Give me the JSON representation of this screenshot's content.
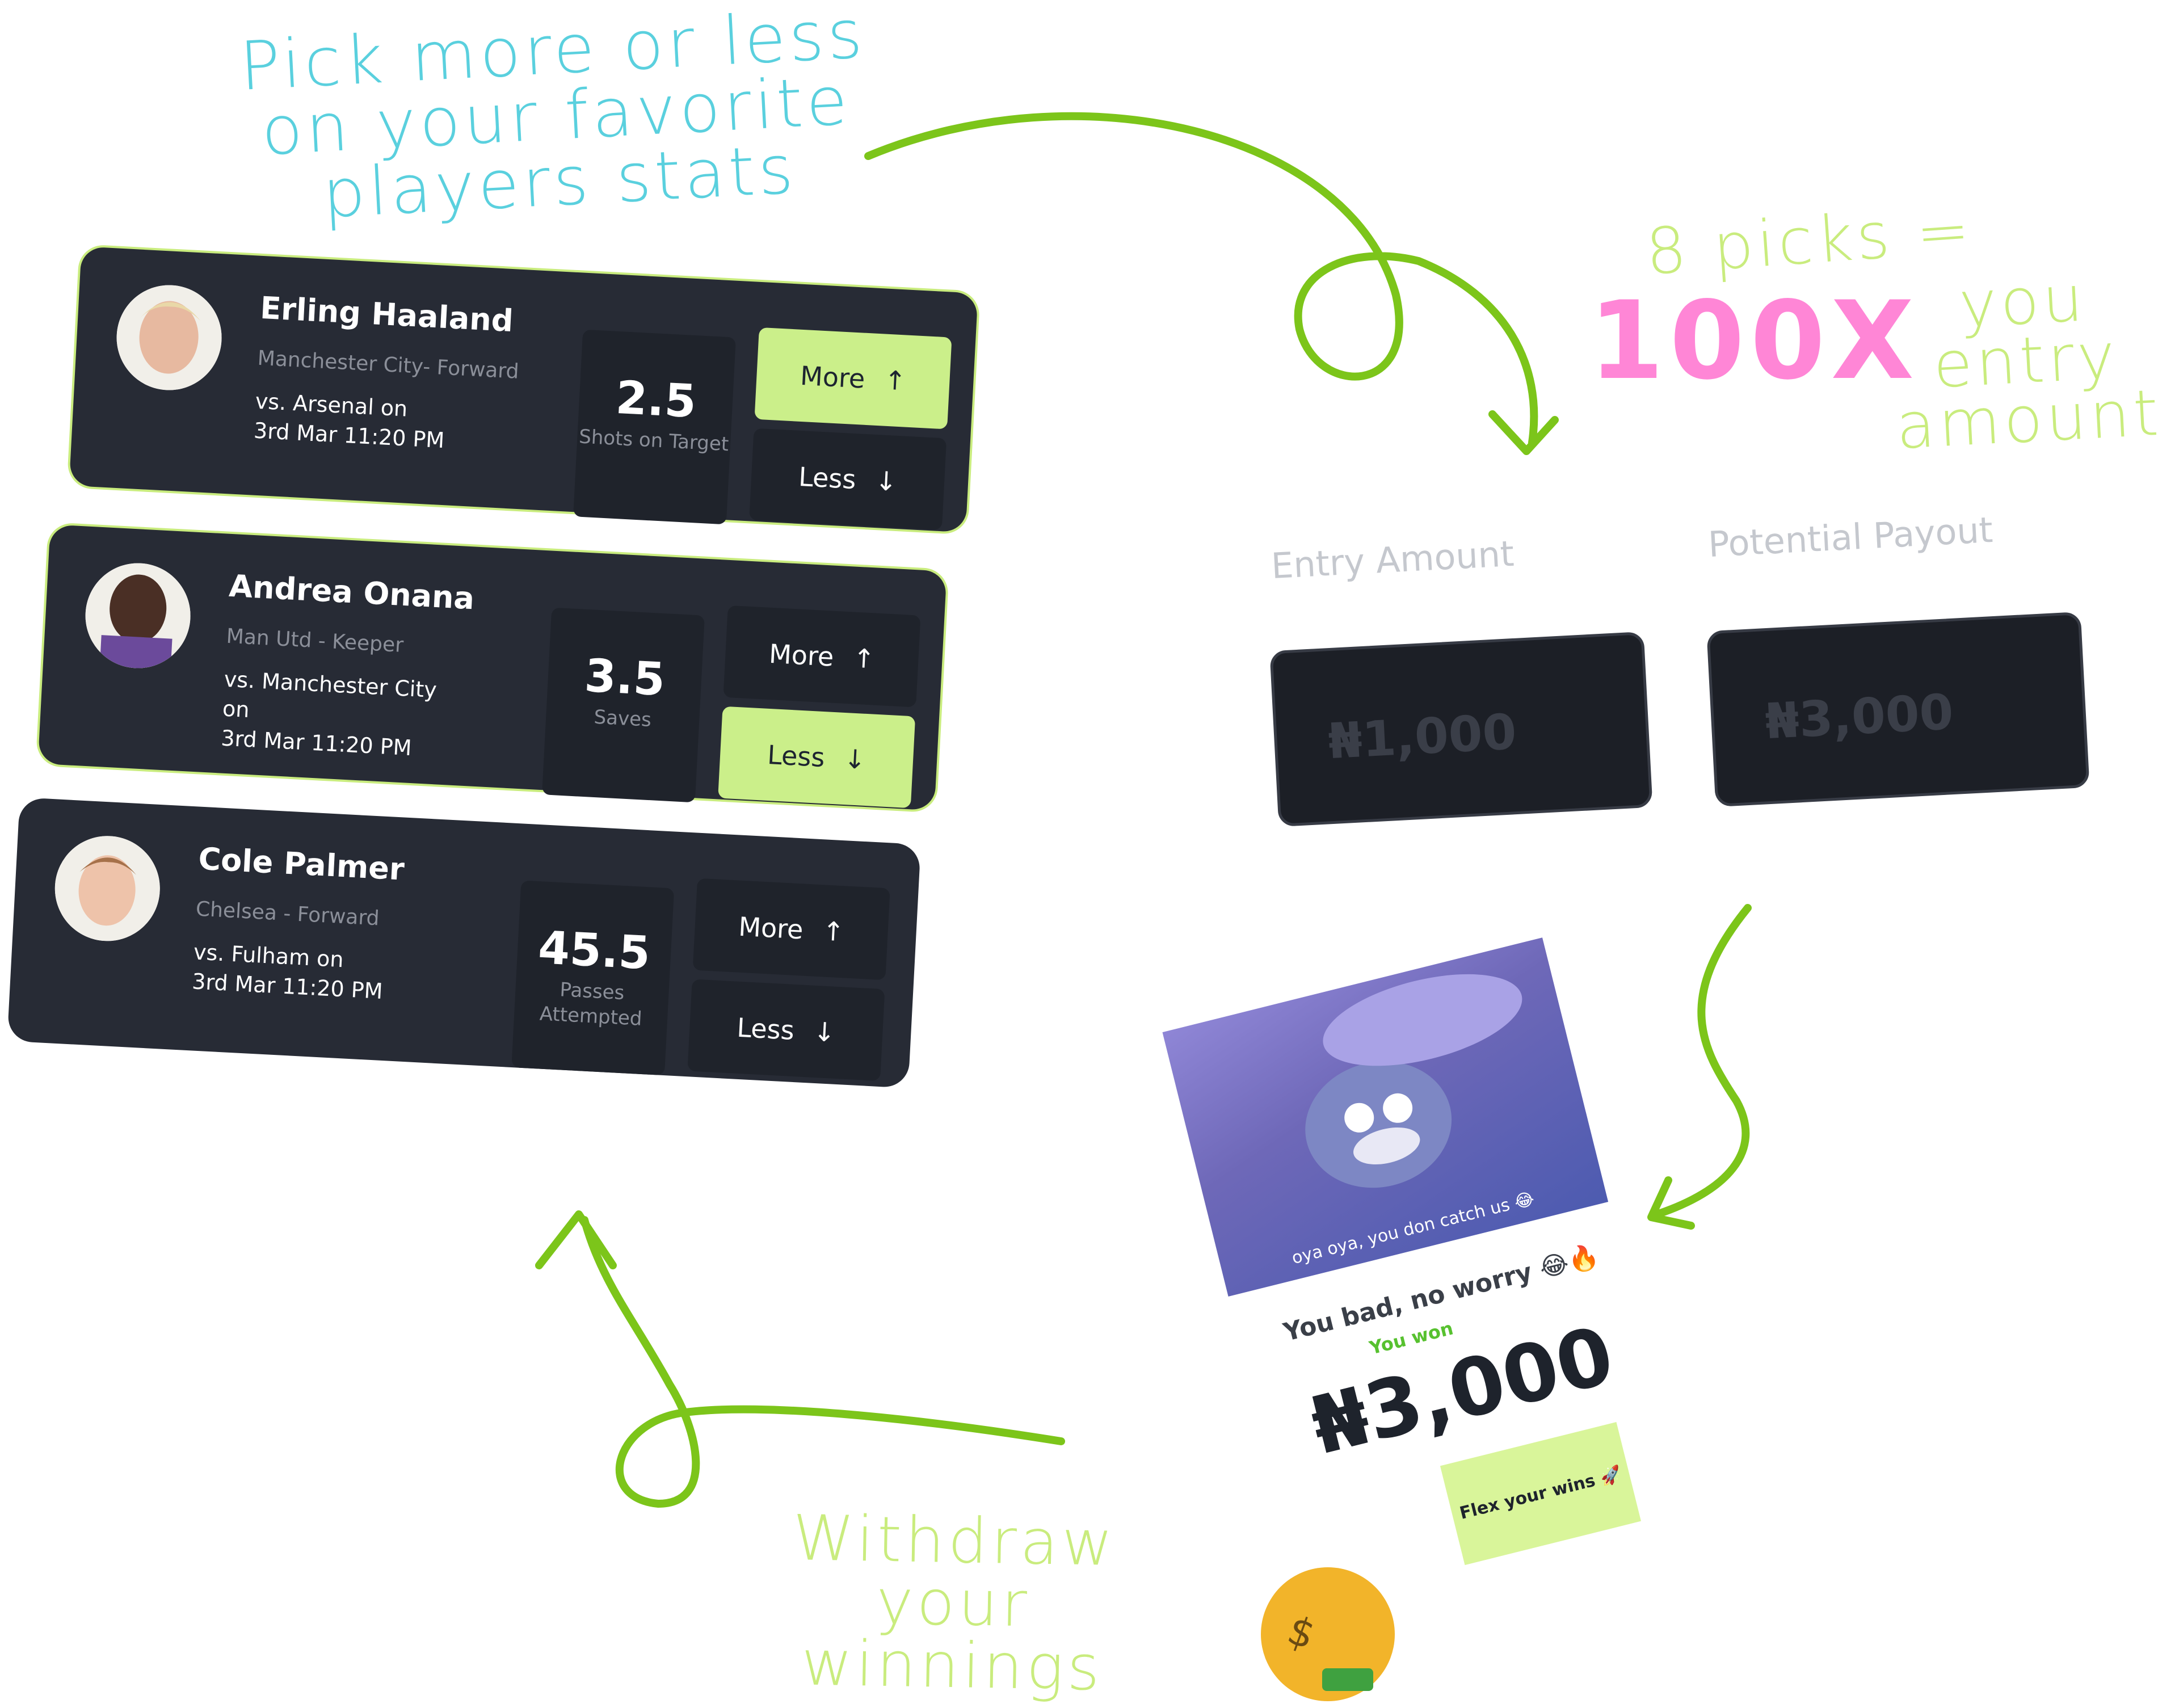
{
  "annotations": {
    "pick": "Pick more or less on your favorite players stats",
    "picks_count": "8 picks =",
    "multiplier": "100X",
    "multiplier_tail": "you entry amount",
    "withdraw": "Withdraw your winnings"
  },
  "players": [
    {
      "name": "Erling Haaland",
      "position": "Manchester City- Forward",
      "match": "vs. Arsenal on",
      "datetime": "3rd Mar 11:20 PM",
      "stat_value": "2.5",
      "stat_label": "Shots on Target",
      "more_label": "More",
      "less_label": "Less",
      "selected": "more"
    },
    {
      "name": "Andrea Onana",
      "position": "Man Utd - Keeper",
      "match": "vs. Manchester City on",
      "datetime": "3rd Mar 11:20 PM",
      "stat_value": "3.5",
      "stat_label": "Saves",
      "more_label": "More",
      "less_label": "Less",
      "selected": "less"
    },
    {
      "name": "Cole Palmer",
      "position": "Chelsea - Forward",
      "match": "vs. Fulham on",
      "datetime": "3rd Mar 11:20 PM",
      "stat_value": "45.5",
      "stat_label": "Passes Attempted",
      "more_label": "More",
      "less_label": "Less",
      "selected": "none"
    }
  ],
  "entry": {
    "label": "Entry Amount",
    "value": "₦1,000"
  },
  "payout": {
    "label": "Potential Payout",
    "value": "₦3,000"
  },
  "win_card": {
    "gif_caption": "oya oya, you don catch us 😂",
    "headline": "You bad, no worry 😂🔥",
    "status": "You won",
    "amount": "₦3,000",
    "button_label": "Flex your wins 🚀"
  },
  "colors": {
    "accent_green": "#cbef8a",
    "card_bg": "#272b35",
    "pink": "#ff86d6",
    "cyan": "#5ad0de",
    "arrow_green": "#7cc51a"
  }
}
